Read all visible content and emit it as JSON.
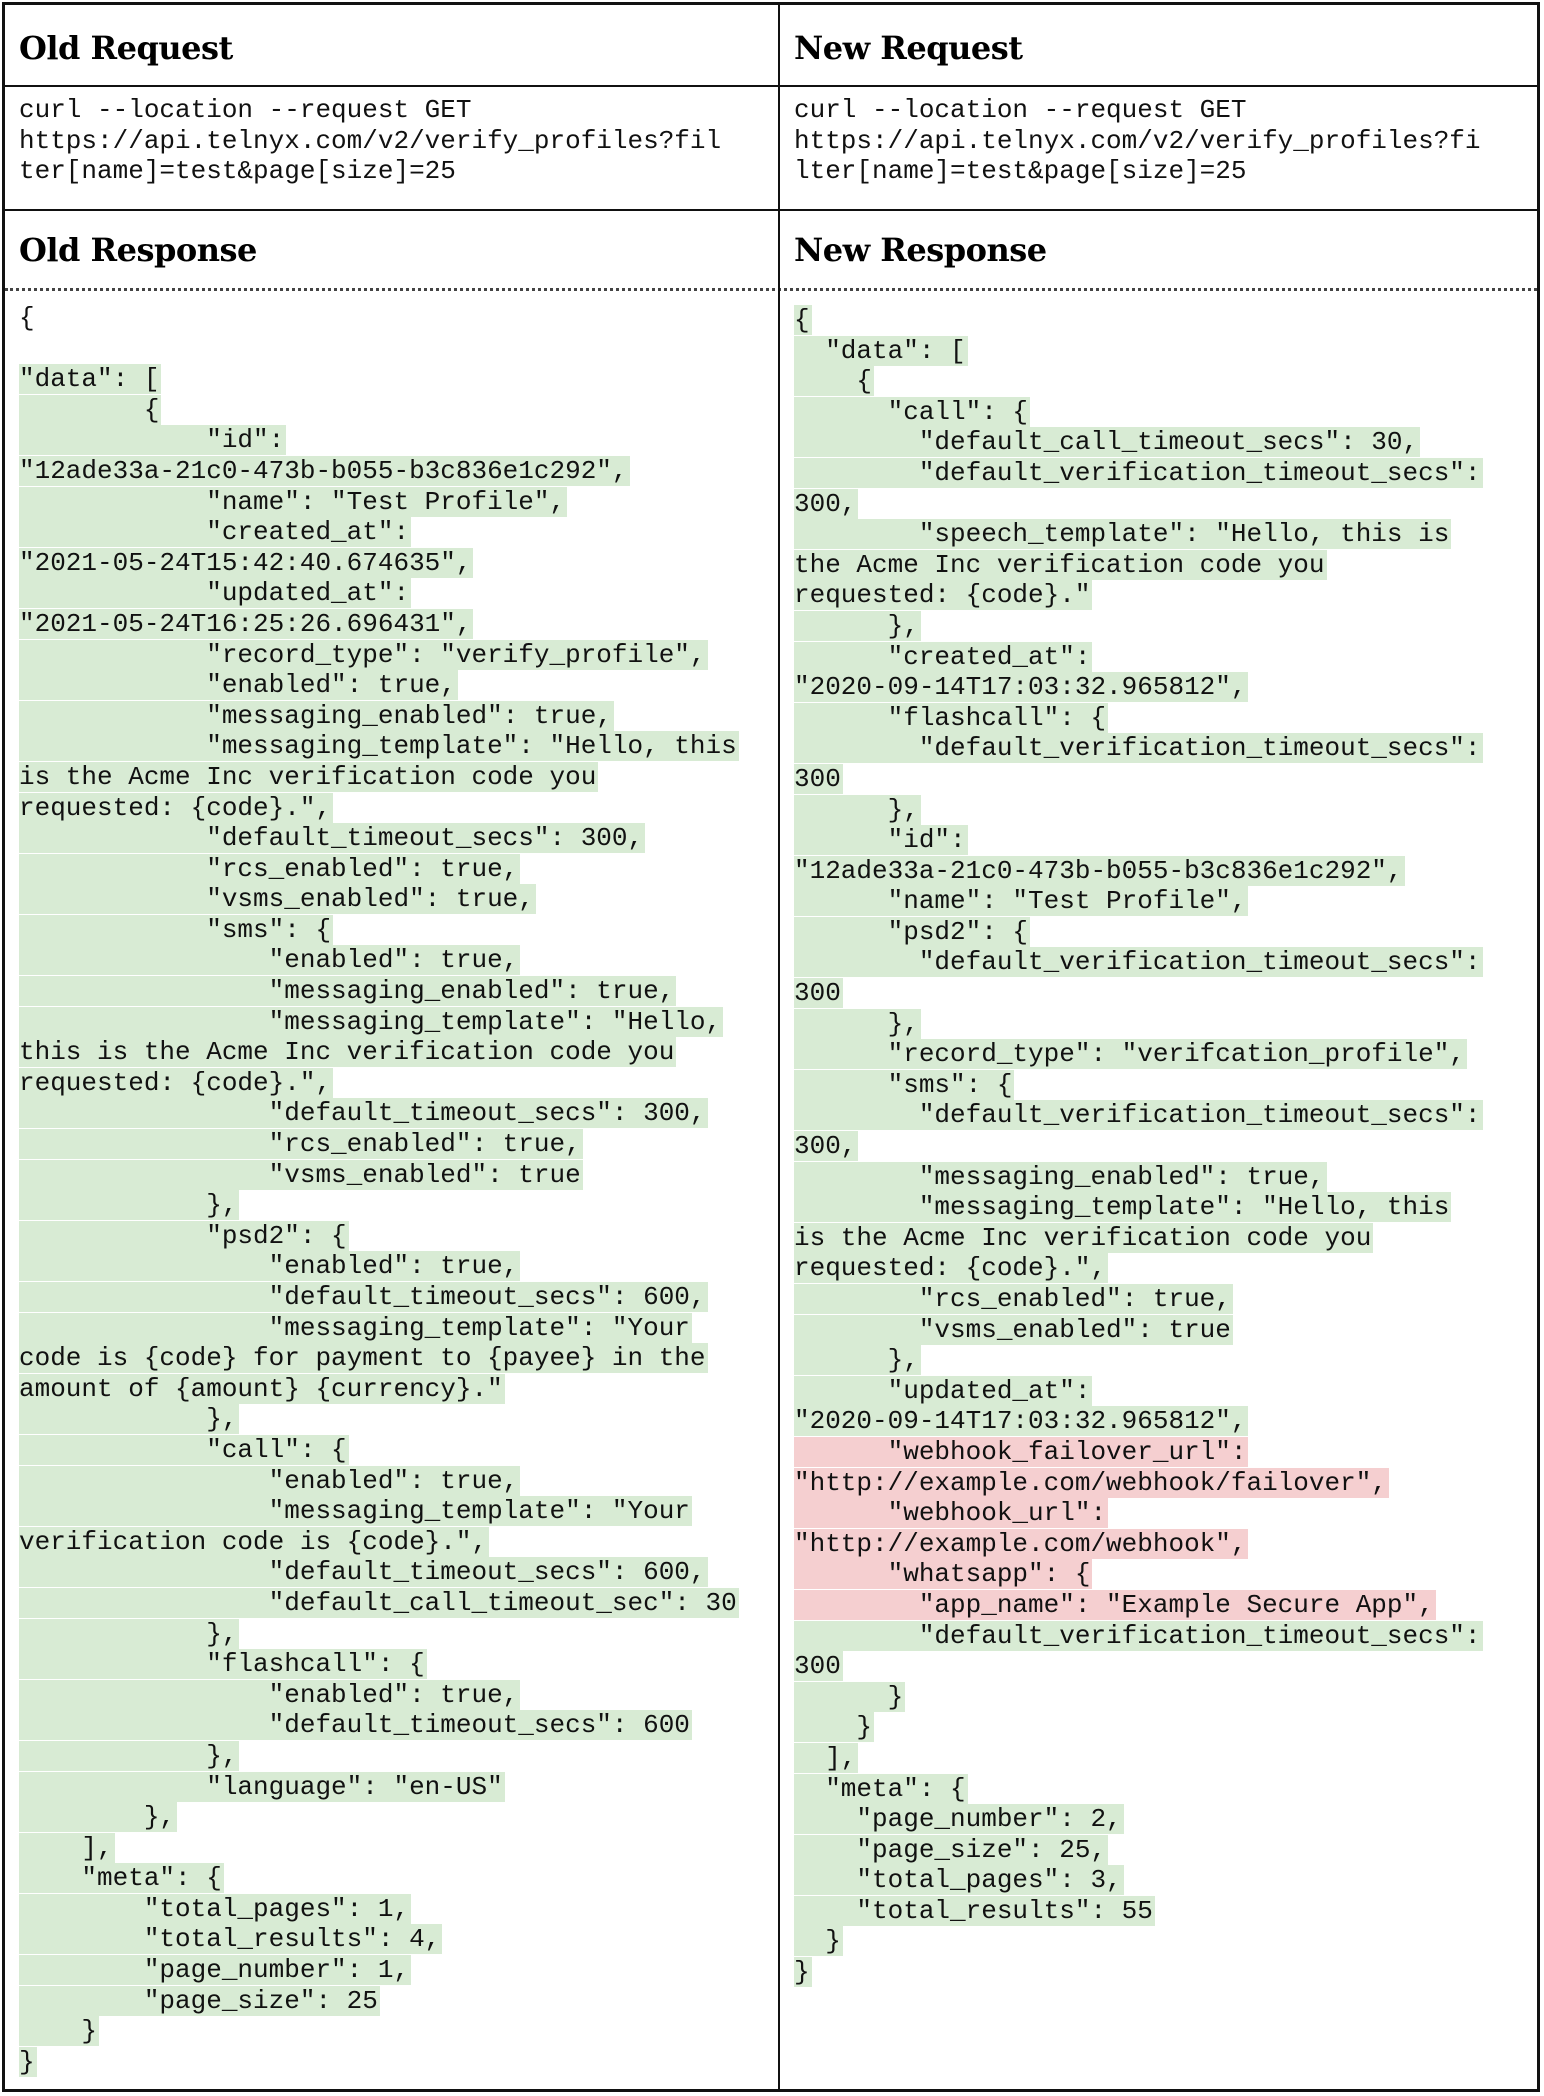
{
  "headers": {
    "old_request": "Old Request",
    "new_request": "New Request",
    "old_response": "Old Response",
    "new_response": "New Response"
  },
  "old_request_lines": [
    "curl --location --request GET",
    "https://api.telnyx.com/v2/verify_profiles?fil",
    "ter[name]=test&page[size]=25"
  ],
  "new_request_lines": [
    "curl --location --request GET",
    "https://api.telnyx.com/v2/verify_profiles?fi",
    "lter[name]=test&page[size]=25"
  ],
  "highlight_colors": {
    "unchanged_or_added": "#d8ebd4",
    "removed_or_new": "#f5cfd0"
  },
  "old_response_lines": [
    {
      "text": "{",
      "hl": "none"
    },
    {
      "text": "",
      "hl": "none"
    },
    {
      "text": "\"data\": [",
      "hl": "g"
    },
    {
      "text": "        {",
      "hl": "g"
    },
    {
      "text": "            \"id\":",
      "hl": "g"
    },
    {
      "text": "\"12ade33a-21c0-473b-b055-b3c836e1c292\",",
      "hl": "g"
    },
    {
      "text": "            \"name\": \"Test Profile\",",
      "hl": "g"
    },
    {
      "text": "            \"created_at\":",
      "hl": "g"
    },
    {
      "text": "\"2021-05-24T15:42:40.674635\",",
      "hl": "g"
    },
    {
      "text": "            \"updated_at\":",
      "hl": "g"
    },
    {
      "text": "\"2021-05-24T16:25:26.696431\",",
      "hl": "g"
    },
    {
      "text": "            \"record_type\": \"verify_profile\",",
      "hl": "g"
    },
    {
      "text": "            \"enabled\": true,",
      "hl": "g"
    },
    {
      "text": "            \"messaging_enabled\": true,",
      "hl": "g"
    },
    {
      "text": "            \"messaging_template\": \"Hello, this",
      "hl": "g"
    },
    {
      "text": "is the Acme Inc verification code you",
      "hl": "g"
    },
    {
      "text": "requested: {code}.\",",
      "hl": "g"
    },
    {
      "text": "            \"default_timeout_secs\": 300,",
      "hl": "g"
    },
    {
      "text": "            \"rcs_enabled\": true,",
      "hl": "g"
    },
    {
      "text": "            \"vsms_enabled\": true,",
      "hl": "g"
    },
    {
      "text": "            \"sms\": {",
      "hl": "g"
    },
    {
      "text": "                \"enabled\": true,",
      "hl": "g"
    },
    {
      "text": "                \"messaging_enabled\": true,",
      "hl": "g"
    },
    {
      "text": "                \"messaging_template\": \"Hello,",
      "hl": "g"
    },
    {
      "text": "this is the Acme Inc verification code you",
      "hl": "g"
    },
    {
      "text": "requested: {code}.\",",
      "hl": "g"
    },
    {
      "text": "                \"default_timeout_secs\": 300,",
      "hl": "g"
    },
    {
      "text": "                \"rcs_enabled\": true,",
      "hl": "g"
    },
    {
      "text": "                \"vsms_enabled\": true",
      "hl": "g"
    },
    {
      "text": "            },",
      "hl": "g"
    },
    {
      "text": "            \"psd2\": {",
      "hl": "g"
    },
    {
      "text": "                \"enabled\": true,",
      "hl": "g"
    },
    {
      "text": "                \"default_timeout_secs\": 600,",
      "hl": "g"
    },
    {
      "text": "                \"messaging_template\": \"Your",
      "hl": "g"
    },
    {
      "text": "code is {code} for payment to {payee} in the",
      "hl": "g"
    },
    {
      "text": "amount of {amount} {currency}.\"",
      "hl": "g"
    },
    {
      "text": "            },",
      "hl": "g"
    },
    {
      "text": "            \"call\": {",
      "hl": "g"
    },
    {
      "text": "                \"enabled\": true,",
      "hl": "g"
    },
    {
      "text": "                \"messaging_template\": \"Your",
      "hl": "g"
    },
    {
      "text": "verification code is {code}.\",",
      "hl": "g"
    },
    {
      "text": "                \"default_timeout_secs\": 600,",
      "hl": "g"
    },
    {
      "text": "                \"default_call_timeout_sec\": 30",
      "hl": "g"
    },
    {
      "text": "            },",
      "hl": "g"
    },
    {
      "text": "            \"flashcall\": {",
      "hl": "g"
    },
    {
      "text": "                \"enabled\": true,",
      "hl": "g"
    },
    {
      "text": "                \"default_timeout_secs\": 600",
      "hl": "g"
    },
    {
      "text": "            },",
      "hl": "g"
    },
    {
      "text": "            \"language\": \"en-US\"",
      "hl": "g"
    },
    {
      "text": "        },",
      "hl": "g"
    },
    {
      "text": "    ],",
      "hl": "g"
    },
    {
      "text": "    \"meta\": {",
      "hl": "g"
    },
    {
      "text": "        \"total_pages\": 1,",
      "hl": "g"
    },
    {
      "text": "        \"total_results\": 4,",
      "hl": "g"
    },
    {
      "text": "        \"page_number\": 1,",
      "hl": "g"
    },
    {
      "text": "        \"page_size\": 25",
      "hl": "g"
    },
    {
      "text": "    }",
      "hl": "g"
    },
    {
      "text": "}",
      "hl": "g"
    }
  ],
  "new_response_lines": [
    {
      "text": "{",
      "hl": "g"
    },
    {
      "text": "  \"data\": [",
      "hl": "g"
    },
    {
      "text": "    {",
      "hl": "g"
    },
    {
      "text": "      \"call\": {",
      "hl": "g"
    },
    {
      "text": "        \"default_call_timeout_secs\": 30,",
      "hl": "g"
    },
    {
      "text": "        \"default_verification_timeout_secs\":",
      "hl": "g"
    },
    {
      "text": "300,",
      "hl": "g"
    },
    {
      "text": "        \"speech_template\": \"Hello, this is",
      "hl": "g"
    },
    {
      "text": "the Acme Inc verification code you",
      "hl": "g"
    },
    {
      "text": "requested: {code}.\"",
      "hl": "g"
    },
    {
      "text": "      },",
      "hl": "g"
    },
    {
      "text": "      \"created_at\":",
      "hl": "g"
    },
    {
      "text": "\"2020-09-14T17:03:32.965812\",",
      "hl": "g"
    },
    {
      "text": "      \"flashcall\": {",
      "hl": "g"
    },
    {
      "text": "        \"default_verification_timeout_secs\":",
      "hl": "g"
    },
    {
      "text": "300",
      "hl": "g"
    },
    {
      "text": "      },",
      "hl": "g"
    },
    {
      "text": "      \"id\":",
      "hl": "g"
    },
    {
      "text": "\"12ade33a-21c0-473b-b055-b3c836e1c292\",",
      "hl": "g"
    },
    {
      "text": "      \"name\": \"Test Profile\",",
      "hl": "g"
    },
    {
      "text": "      \"psd2\": {",
      "hl": "g"
    },
    {
      "text": "        \"default_verification_timeout_secs\":",
      "hl": "g"
    },
    {
      "text": "300",
      "hl": "g"
    },
    {
      "text": "      },",
      "hl": "g"
    },
    {
      "text": "      \"record_type\": \"verifcation_profile\",",
      "hl": "g"
    },
    {
      "text": "      \"sms\": {",
      "hl": "g"
    },
    {
      "text": "        \"default_verification_timeout_secs\":",
      "hl": "g"
    },
    {
      "text": "300,",
      "hl": "g"
    },
    {
      "text": "        \"messaging_enabled\": true,",
      "hl": "g"
    },
    {
      "text": "        \"messaging_template\": \"Hello, this",
      "hl": "g"
    },
    {
      "text": "is the Acme Inc verification code you",
      "hl": "g"
    },
    {
      "text": "requested: {code}.\",",
      "hl": "g"
    },
    {
      "text": "        \"rcs_enabled\": true,",
      "hl": "g"
    },
    {
      "text": "        \"vsms_enabled\": true",
      "hl": "g"
    },
    {
      "text": "      },",
      "hl": "g"
    },
    {
      "text": "      \"updated_at\":",
      "hl": "g"
    },
    {
      "text": "\"2020-09-14T17:03:32.965812\",",
      "hl": "g"
    },
    {
      "text": "      \"webhook_failover_url\":",
      "hl": "r"
    },
    {
      "text": "\"http://example.com/webhook/failover\",",
      "hl": "r"
    },
    {
      "text": "      \"webhook_url\":",
      "hl": "r"
    },
    {
      "text": "\"http://example.com/webhook\",",
      "hl": "r"
    },
    {
      "text": "      \"whatsapp\": {",
      "hl": "r"
    },
    {
      "text": "        \"app_name\": \"Example Secure App\",",
      "hl": "r"
    },
    {
      "text": "        \"default_verification_timeout_secs\":",
      "hl": "g"
    },
    {
      "text": "300",
      "hl": "g"
    },
    {
      "text": "      }",
      "hl": "g"
    },
    {
      "text": "    }",
      "hl": "g"
    },
    {
      "text": "  ],",
      "hl": "g"
    },
    {
      "text": "  \"meta\": {",
      "hl": "g"
    },
    {
      "text": "    \"page_number\": 2,",
      "hl": "g"
    },
    {
      "text": "    \"page_size\": 25,",
      "hl": "g"
    },
    {
      "text": "    \"total_pages\": 3,",
      "hl": "g"
    },
    {
      "text": "    \"total_results\": 55",
      "hl": "g"
    },
    {
      "text": "  }",
      "hl": "g"
    },
    {
      "text": "}",
      "hl": "g"
    }
  ]
}
